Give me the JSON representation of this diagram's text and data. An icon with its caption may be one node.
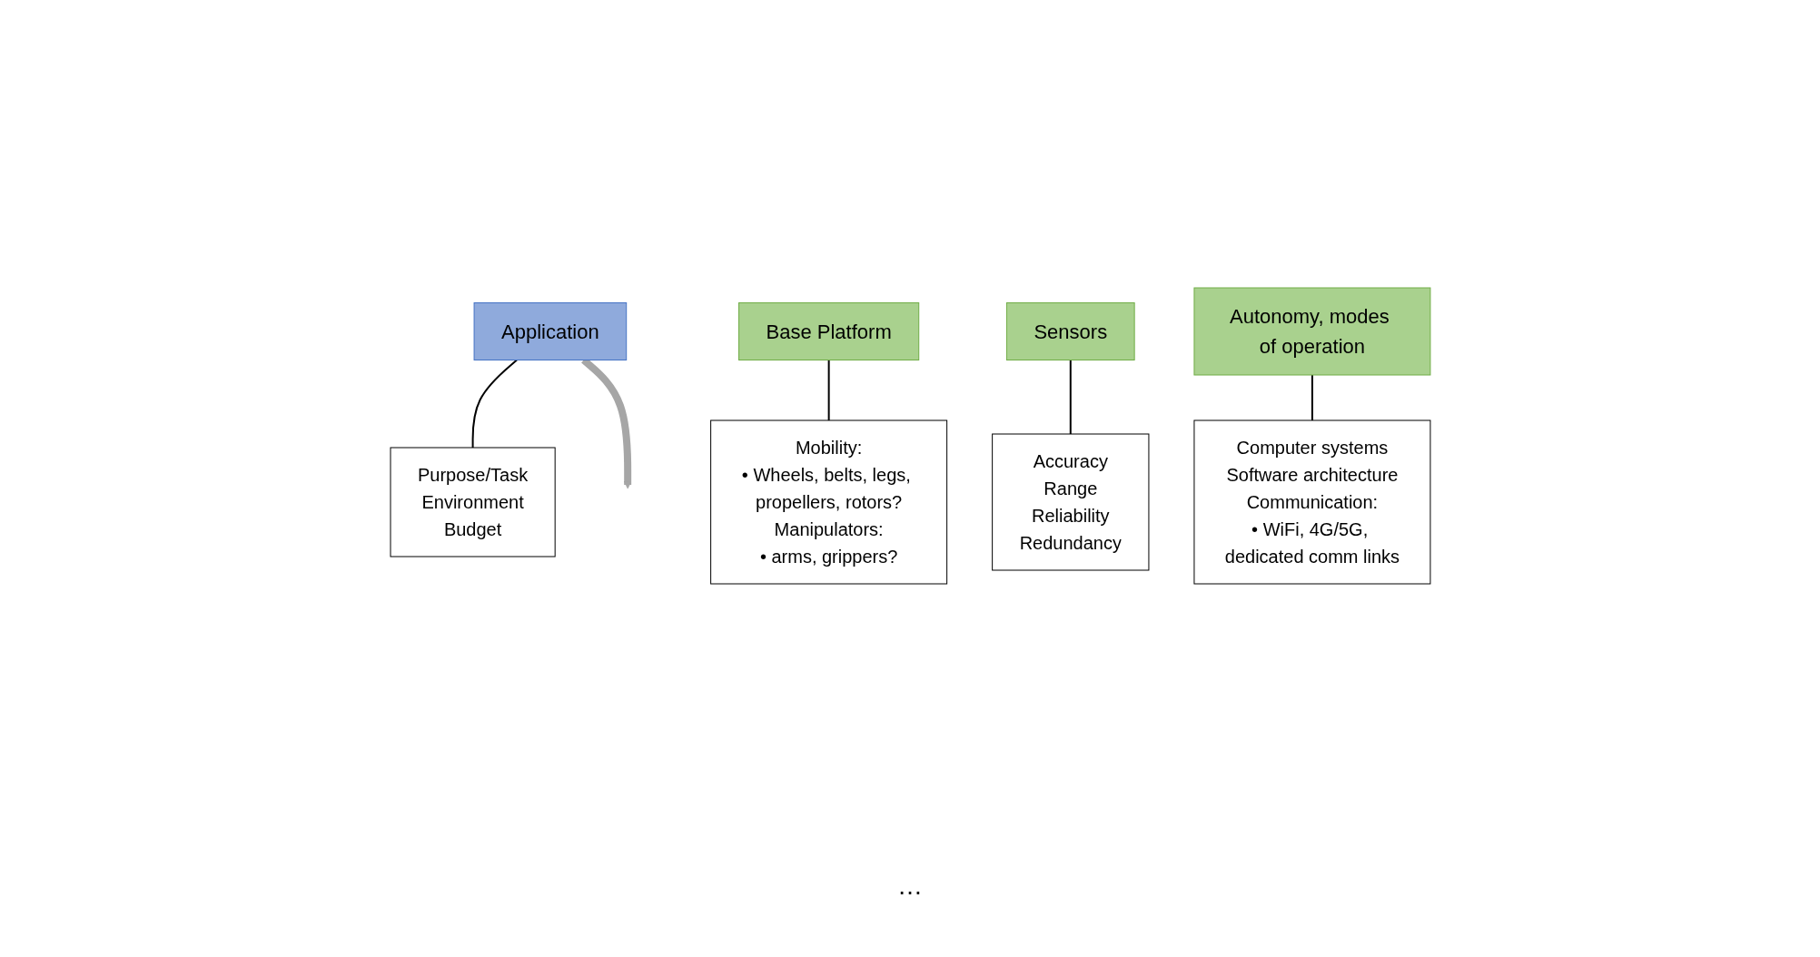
{
  "diagram": {
    "nodes": [
      {
        "text": [
          "Application"
        ]
      },
      {
        "text": [
          "Purpose/Task",
          "Environment",
          "Budget"
        ]
      },
      {
        "text": [
          "Accuracy",
          "Range",
          "Reliability",
          "Redundancy"
        ]
      },
      {
        "text": [
          "Base Platform"
        ]
      },
      {
        "text": [
          "Sensors"
        ]
      },
      {
        "text": [
          "Mobility:",
          "• Wheels, belts, legs, propellers, rotors?",
          "Manipulators:",
          "• arms, grippers?"
        ]
      },
      {
        "text": [
          "Computer systems",
          "Software architecture",
          "Communication:",
          "• WiFi, 4G/5G, dedicated comm links"
        ]
      },
      {
        "text": [
          "Autonomy, modes of operation"
        ]
      }
    ],
    "edges": [
      {
        "from": 0,
        "to": 1,
        "arrow": "none"
      },
      {
        "from": 0,
        "to": null,
        "arrow": "to",
        "style": "thick",
        "color": "#a6a6a6"
      },
      {
        "from": 4,
        "to": 2,
        "arrow": "none"
      },
      {
        "from": 3,
        "to": 5,
        "arrow": "none"
      },
      {
        "from": 7,
        "to": 6,
        "arrow": "none"
      }
    ],
    "labels": [
      "…"
    ]
  }
}
